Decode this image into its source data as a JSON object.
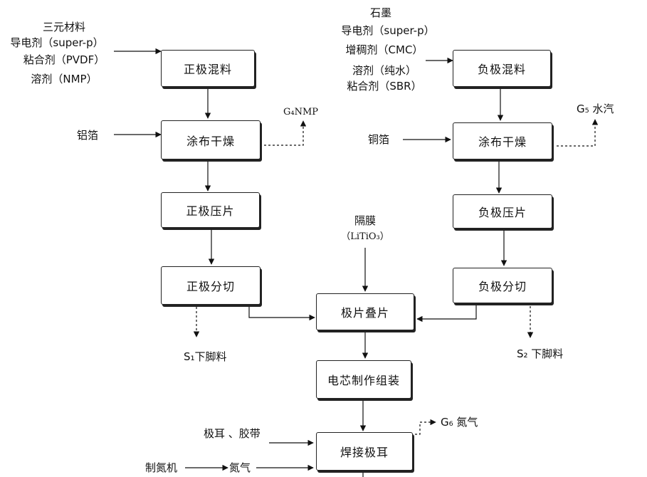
{
  "boxes": {
    "pos_mix": "正极混料",
    "pos_coat": "涂布干燥",
    "pos_press": "正极压片",
    "pos_cut": "正极分切",
    "neg_mix": "负极混料",
    "neg_coat": "涂布干燥",
    "neg_press": "负极压片",
    "neg_cut": "负极分切",
    "stack": "极片叠片",
    "assemble": "电芯制作组装",
    "weld": "焊接极耳"
  },
  "inputs": {
    "pos_materials": [
      "三元材料",
      "导电剂（super-p）",
      "粘合剂（PVDF）",
      "溶剂（NMP）"
    ],
    "neg_materials": [
      "石墨",
      "导电剂（super-p）",
      "增稠剂（CMC）",
      "溶剂（纯水）",
      "粘合剂（SBR）"
    ],
    "aluminum_foil": "铝箔",
    "copper_foil": "铜箔",
    "separator": "隔膜",
    "separator_formula": "（LiTiO₃）",
    "tab_tape": "极耳 、胶带",
    "nitrogen_machine": "制氮机",
    "nitrogen": "氮气"
  },
  "outputs": {
    "g4": "G₄NMP",
    "g5": "G₅ 水汽",
    "g6": "G₆ 氮气",
    "s1": "S₁下脚料",
    "s2": "S₂ 下脚料"
  }
}
